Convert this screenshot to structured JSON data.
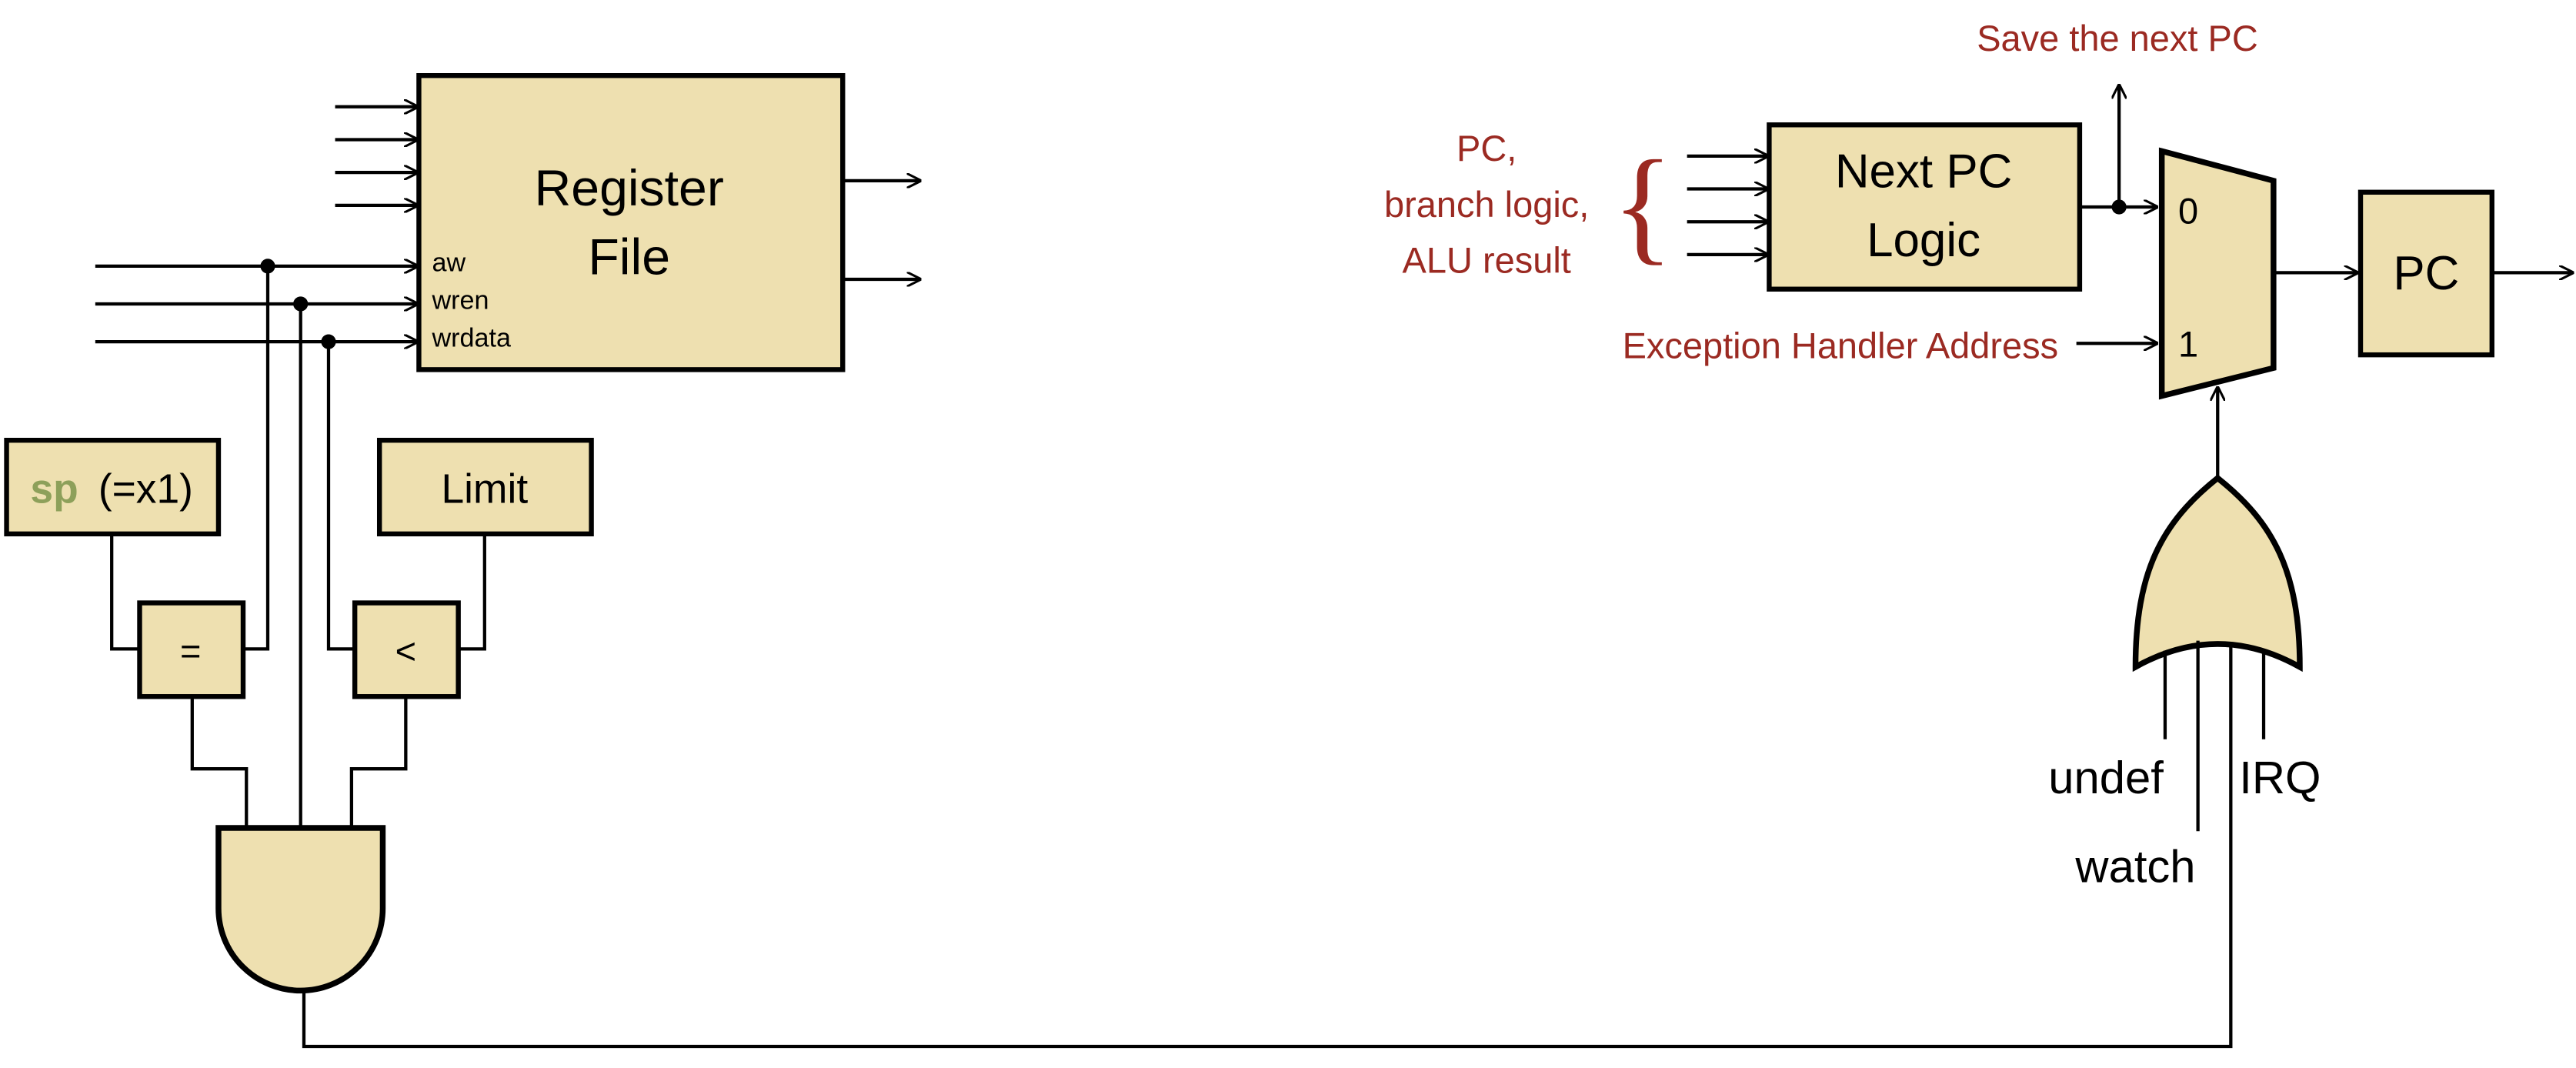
{
  "register_file": {
    "title_line1": "Register",
    "title_line2": "File",
    "port_aw": "aw",
    "port_wren": "wren",
    "port_wrdata": "wrdata"
  },
  "sp_box": {
    "sp": "sp",
    "rest": "(=x1)"
  },
  "limit_box": {
    "label": "Limit"
  },
  "eq_box": {
    "label": "="
  },
  "lt_box": {
    "label": "<"
  },
  "next_pc": {
    "line1": "Next PC",
    "line2": "Logic",
    "input_line1": "PC,",
    "input_line2": "branch logic,",
    "input_line3": "ALU result",
    "brace": "{"
  },
  "save_next_pc": "Save the next PC",
  "mux": {
    "in0": "0",
    "in1": "1"
  },
  "exception_handler": "Exception Handler Address",
  "pc_box": {
    "label": "PC"
  },
  "or_inputs": {
    "undef": "undef",
    "watch": "watch",
    "irq": "IRQ"
  },
  "colors": {
    "box_fill": "#eee0b0",
    "annotation_red": "#9b2a22",
    "sp_green": "#8da05a"
  }
}
